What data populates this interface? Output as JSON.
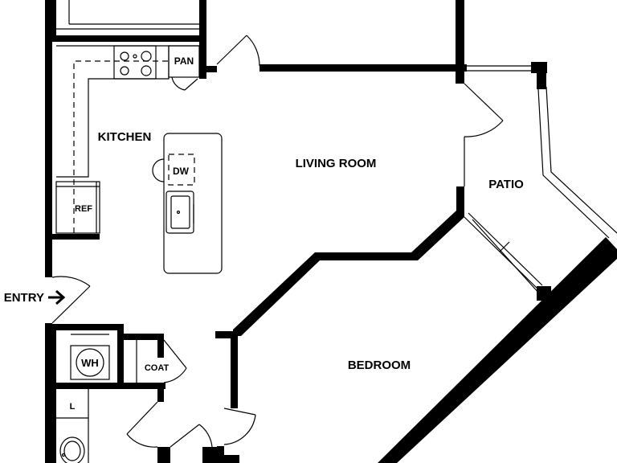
{
  "rooms": {
    "kitchen": "KITCHEN",
    "living_room": "LIVING ROOM",
    "patio": "PATIO",
    "bedroom": "BEDROOM"
  },
  "fixtures": {
    "pantry": "PAN",
    "dishwasher": "DW",
    "refrigerator": "REF",
    "water_heater": "WH",
    "coat_closet": "COAT",
    "linen": "L"
  },
  "entry": {
    "label": "ENTRY",
    "arrow_icon": "arrow-right-icon"
  }
}
